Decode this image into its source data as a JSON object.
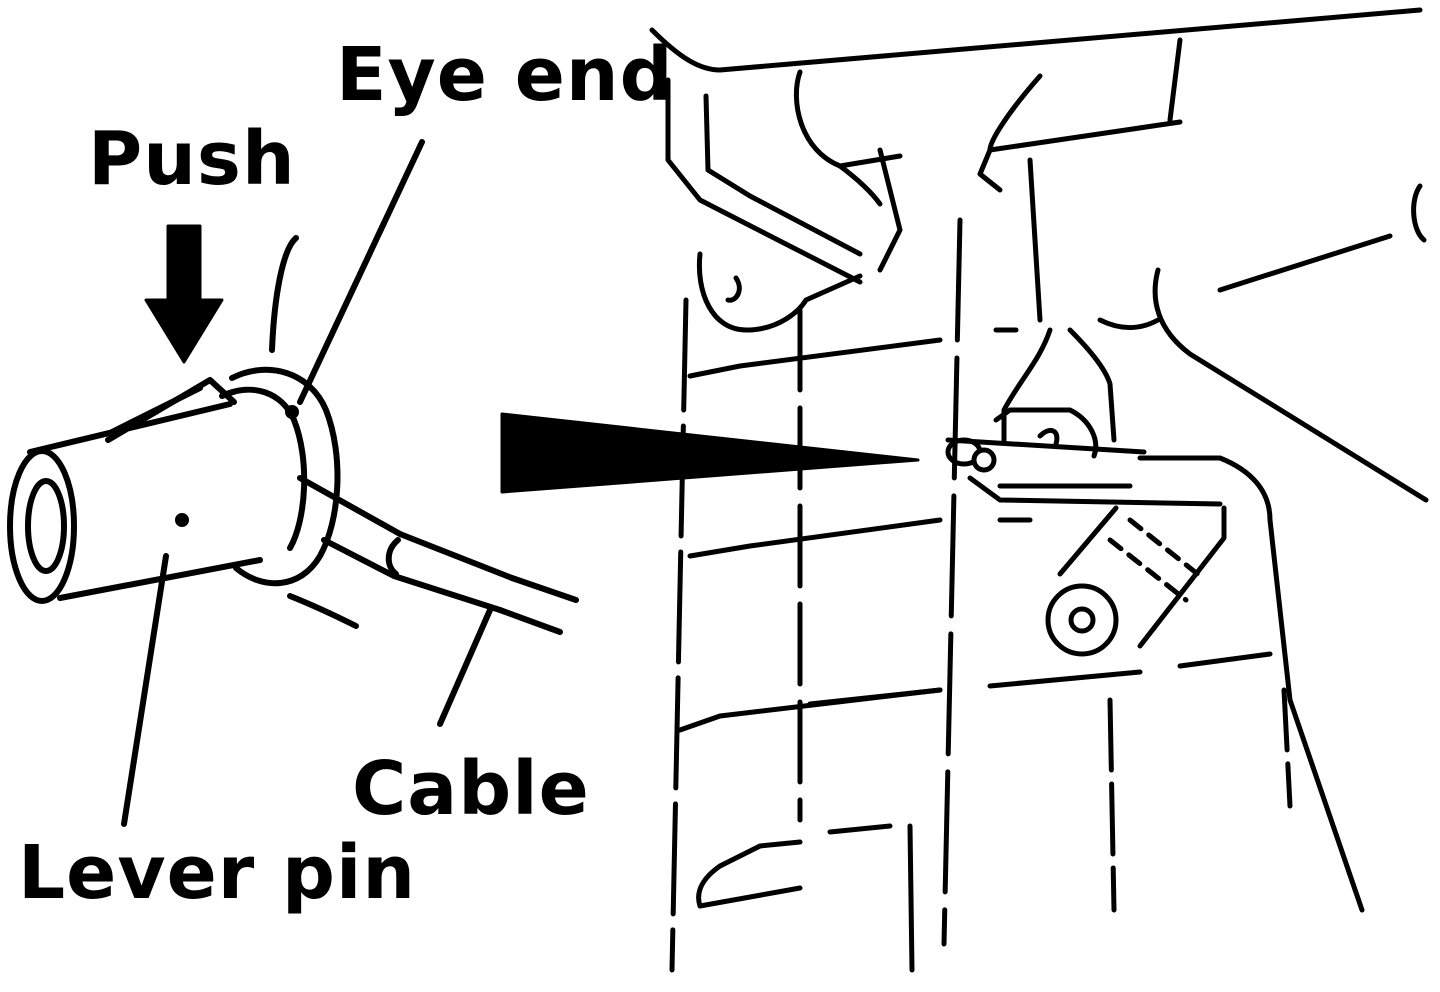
{
  "labels": {
    "eye_end": "Eye end",
    "push": "Push",
    "cable": "Cable",
    "lever_pin": "Lever pin"
  },
  "colors": {
    "ink": "#000000",
    "paper": "#ffffff"
  }
}
